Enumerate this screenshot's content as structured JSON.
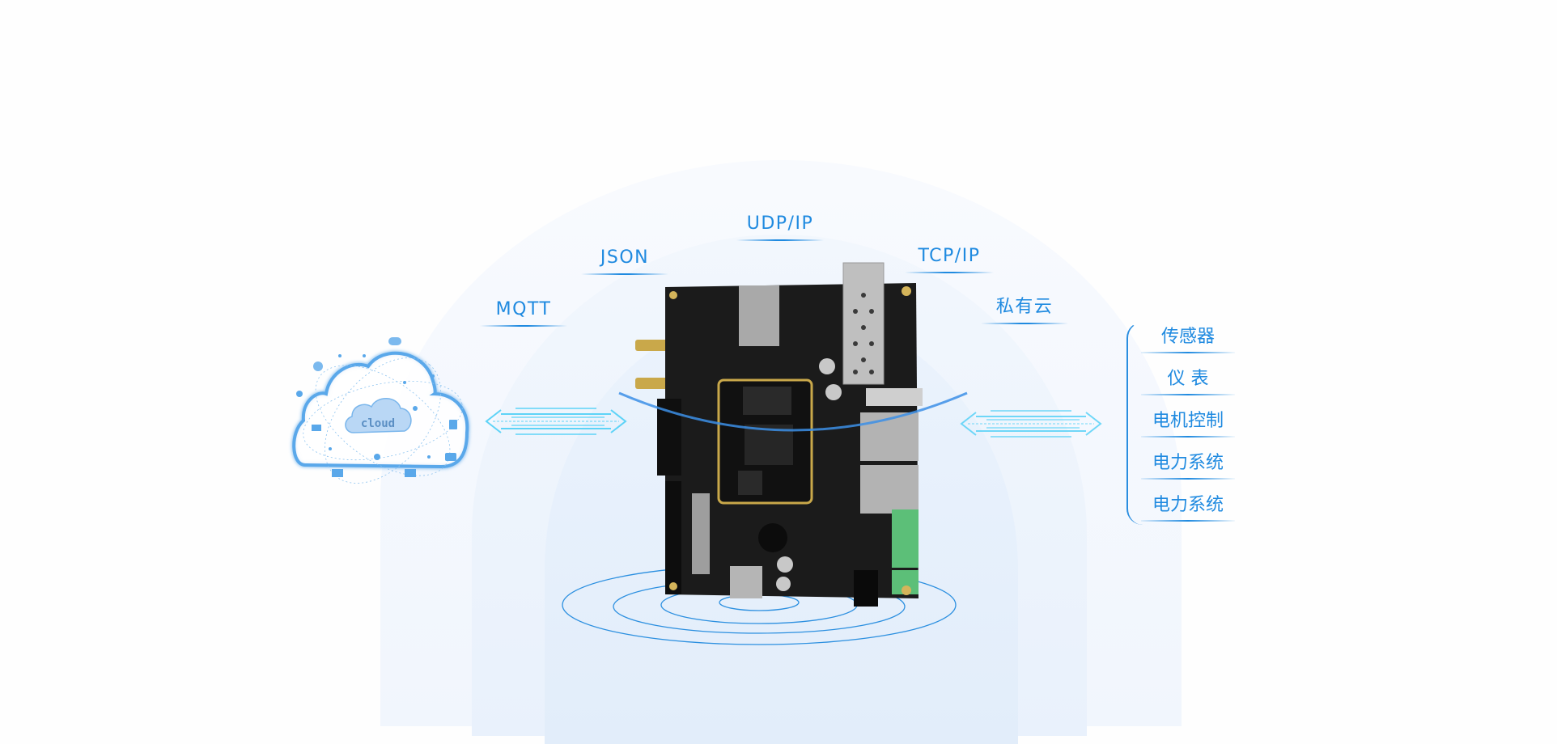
{
  "protocols": [
    {
      "id": "udp",
      "label": "UDP/IP"
    },
    {
      "id": "json",
      "label": "JSON"
    },
    {
      "id": "tcp",
      "label": "TCP/IP"
    },
    {
      "id": "mqtt",
      "label": "MQTT"
    },
    {
      "id": "private-cloud",
      "label": "私有云"
    }
  ],
  "cloud": {
    "label": "cloud"
  },
  "applications": [
    {
      "label": "传感器"
    },
    {
      "label": "仪 表"
    },
    {
      "label": "电机控制"
    },
    {
      "label": "电力系统"
    },
    {
      "label": "电力系统"
    }
  ],
  "colors": {
    "accent": "#1f8ae0",
    "arrow": "#4fd0f7",
    "dome_light": "#f5f8fd",
    "dome_mid": "#eaf2fc",
    "dome_inner": "#e0ecfa",
    "board": "#1a1a1a",
    "gold": "#c9a84a"
  }
}
